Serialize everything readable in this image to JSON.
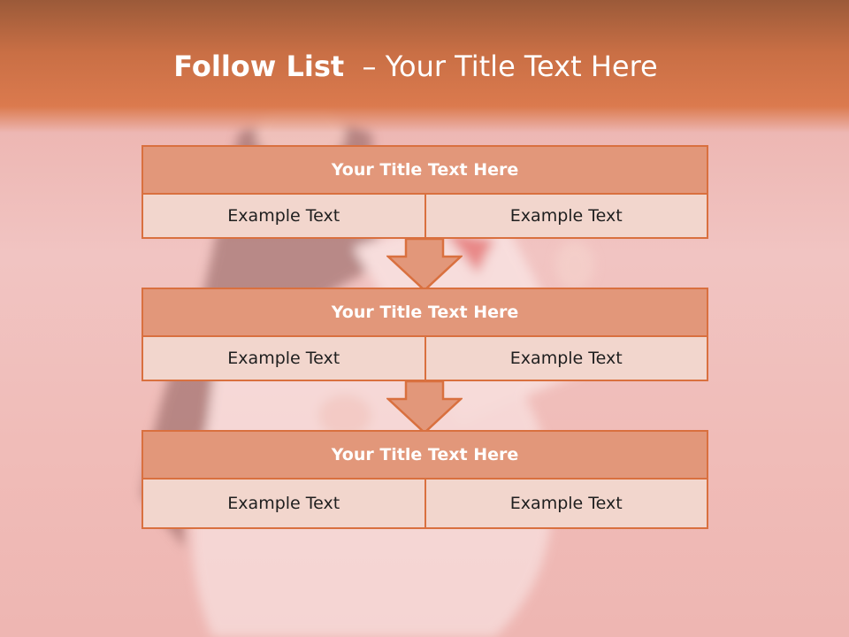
{
  "slide": {
    "title_bold": "Follow List",
    "title_rest": "  – Your Title Text Here"
  },
  "steps": [
    {
      "title": "Your Title Text Here",
      "left": "Example Text",
      "right": "Example Text"
    },
    {
      "title": "Your Title Text Here",
      "left": "Example Text",
      "right": "Example Text"
    },
    {
      "title": "Your Title Text Here",
      "left": "Example Text",
      "right": "Example Text"
    }
  ],
  "colors": {
    "accent": "#d9703f",
    "header_fill": "#e2977a",
    "cell_fill": "#f2d6cd"
  }
}
